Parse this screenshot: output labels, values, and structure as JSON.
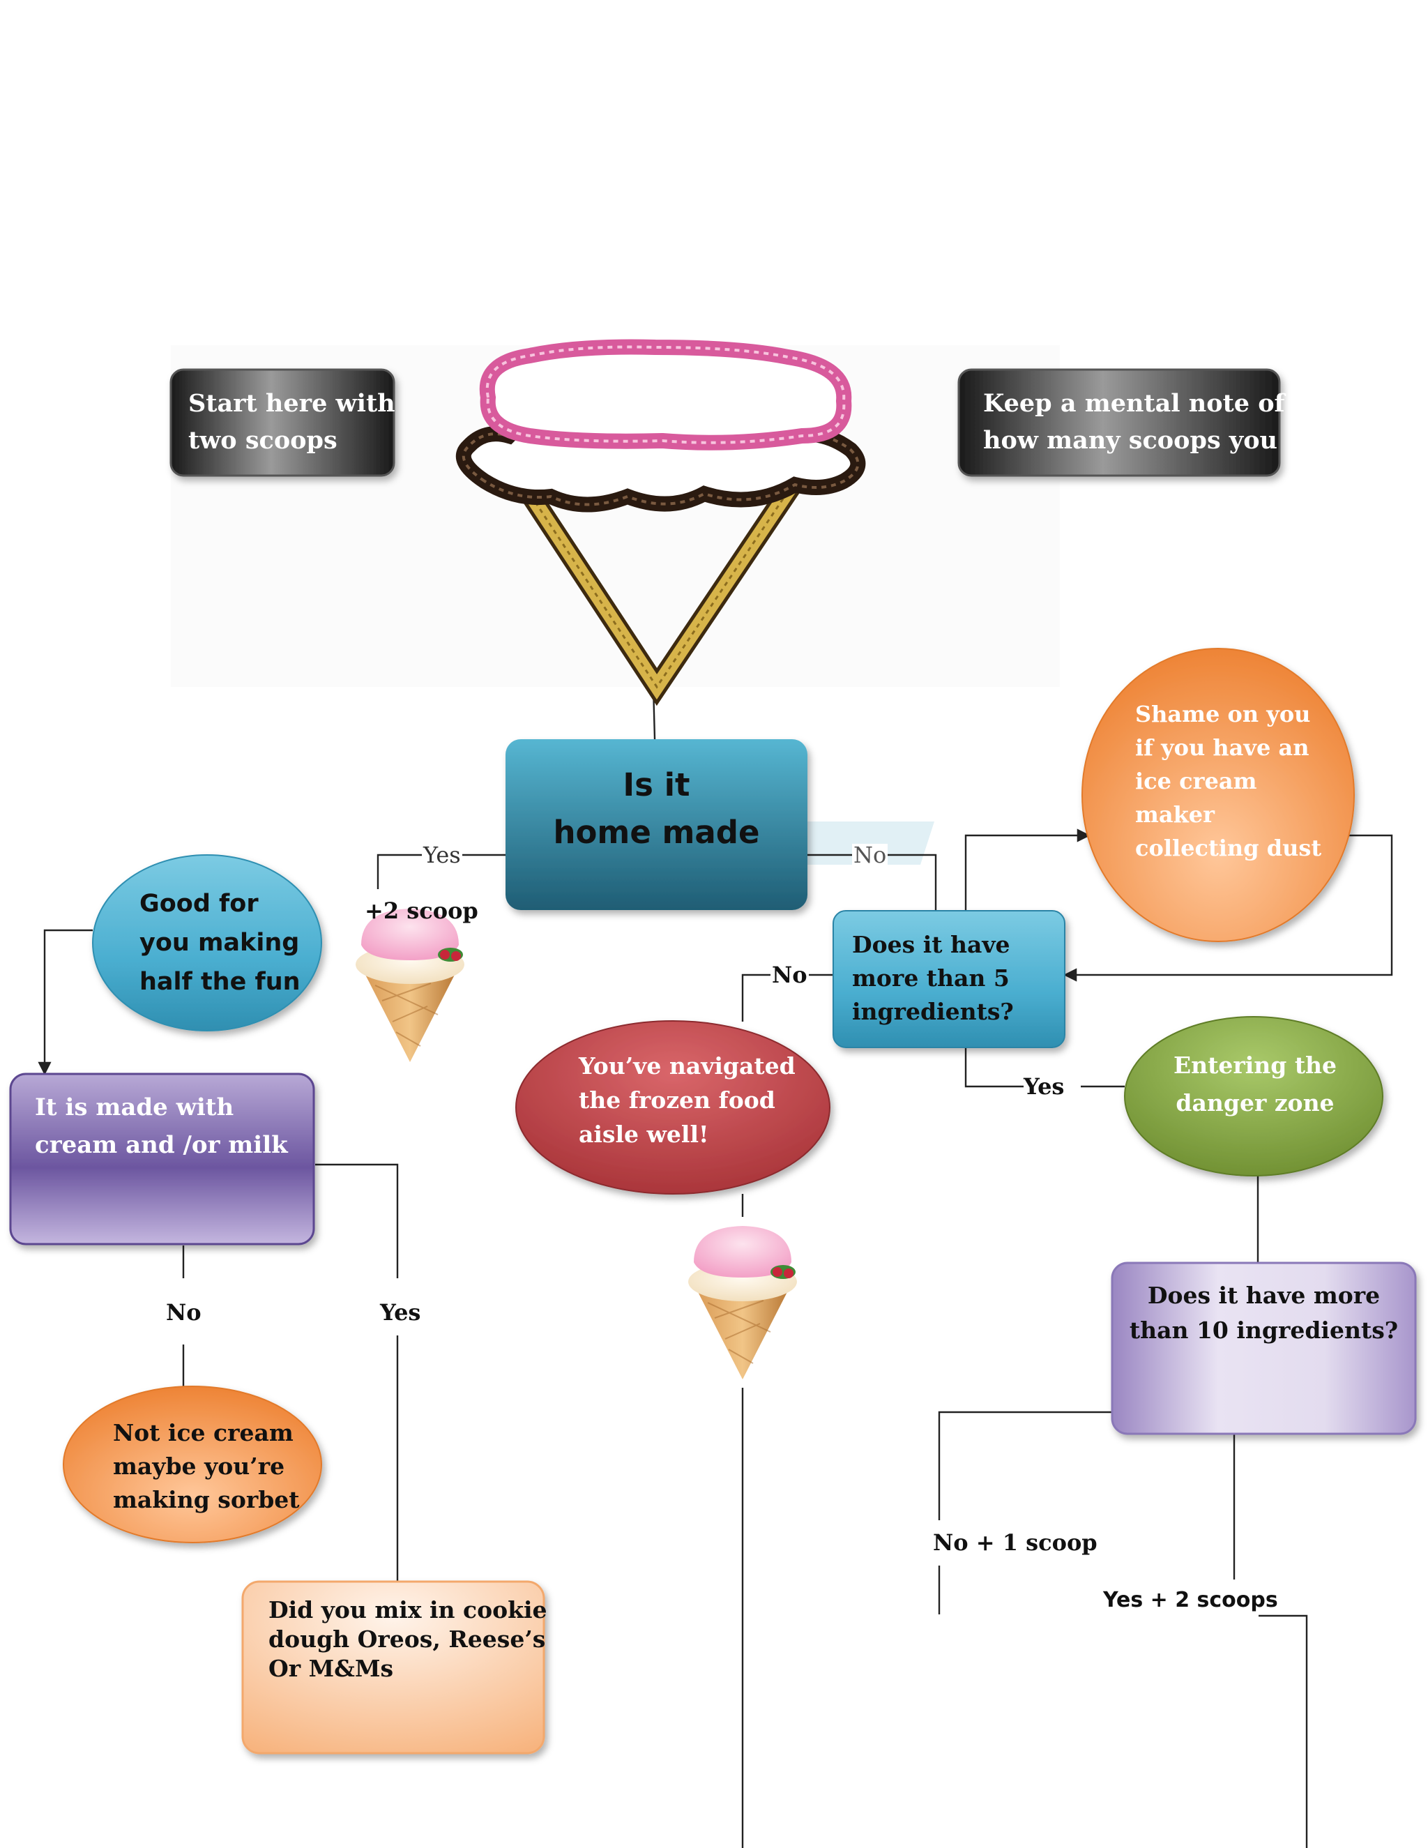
{
  "colors": {
    "black_box": "#2a2a2a",
    "teal": "#3d9bb5",
    "light_blue": "#59b3d1",
    "purple": "#7d6aaa",
    "orange": "#f2914a",
    "red": "#c0484b",
    "green": "#86a844",
    "lavender": "#b9aad4",
    "peach": "#f6c29a",
    "cone_pink": "#e24fa0",
    "cone_brown": "#3a2618",
    "cone_gold": "#c9a434"
  },
  "nodes": {
    "start": {
      "lines": [
        "Start here with",
        "two scoops"
      ]
    },
    "note": {
      "lines": [
        "Keep a mental note of",
        "how many scoops you"
      ]
    },
    "home_made": {
      "lines": [
        "Is it",
        "home made"
      ]
    },
    "good_for": {
      "lines": [
        "Good for",
        "you making",
        "half the fun"
      ]
    },
    "shame": {
      "lines": [
        "Shame on you",
        "if you have an",
        "ice cream",
        "maker",
        "collecting dust"
      ]
    },
    "more_than_5": {
      "lines": [
        "Does it have",
        "more than 5",
        "ingredients?"
      ]
    },
    "navigated": {
      "lines": [
        "You’ve navigated",
        "the frozen food",
        "aisle well!"
      ]
    },
    "danger": {
      "lines": [
        "Entering the",
        "danger zone"
      ]
    },
    "cream_milk": {
      "lines": [
        "It is made  with",
        "cream and /or milk"
      ]
    },
    "more_than_10": {
      "lines": [
        "Does it have more",
        "than 10 ingredients?"
      ]
    },
    "not_ice_cream": {
      "lines": [
        "Not ice cream",
        "maybe you’re",
        "making sorbet"
      ]
    },
    "mix_in": {
      "lines": [
        "Did you mix in cookie",
        "dough Oreos, Reese’s",
        "Or M&Ms"
      ]
    }
  },
  "edge_labels": {
    "yes_home": "Yes",
    "no_home": "No",
    "plus2": "+2 scoop",
    "no_5": "No",
    "yes_5": "Yes",
    "no_cream": "No",
    "yes_cream": "Yes",
    "no_10": "No + 1 scoop",
    "yes_10": "Yes + 2 scoops"
  },
  "icons": [
    "ice-cream-cone-outline-icon",
    "ice-cream-cone-icon"
  ]
}
